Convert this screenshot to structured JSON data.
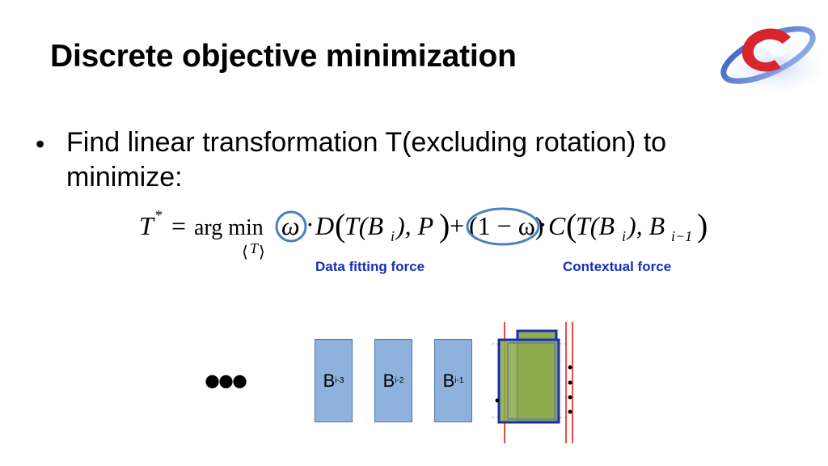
{
  "slide": {
    "title": "Discrete objective minimization",
    "bullet": {
      "marker": "•",
      "text": "Find linear transformation T(excluding rotation) to minimize:"
    },
    "equation": {
      "lhs": "T",
      "star": "*",
      "equals": "=",
      "argmin": "arg min",
      "sub_T": "T",
      "omega": "ω",
      "term1": "D",
      "TB": "T(B",
      "sub_i": "i",
      "P": "), P",
      "one_minus_omega": "(1 − ω)",
      "term2": "C",
      "B_prev": "), B",
      "sub_i_minus_1": "i−1"
    },
    "labels": {
      "data_fitting": "Data fitting force",
      "contextual": "Contextual force"
    },
    "ellipsis": "•••",
    "blocks": [
      {
        "base": "B",
        "sub": "i-3"
      },
      {
        "base": "B",
        "sub": "i-2"
      },
      {
        "base": "B",
        "sub": "i-1"
      }
    ],
    "colors": {
      "label_blue": "#1530b8",
      "circle_blue": "#4a7fc1",
      "block_fill": "#8eb1dd",
      "block_stroke": "#4b78b4",
      "target_fill": "#8fac4e",
      "target_stroke": "#1a2fb0",
      "guide_red": "#e01010"
    }
  }
}
